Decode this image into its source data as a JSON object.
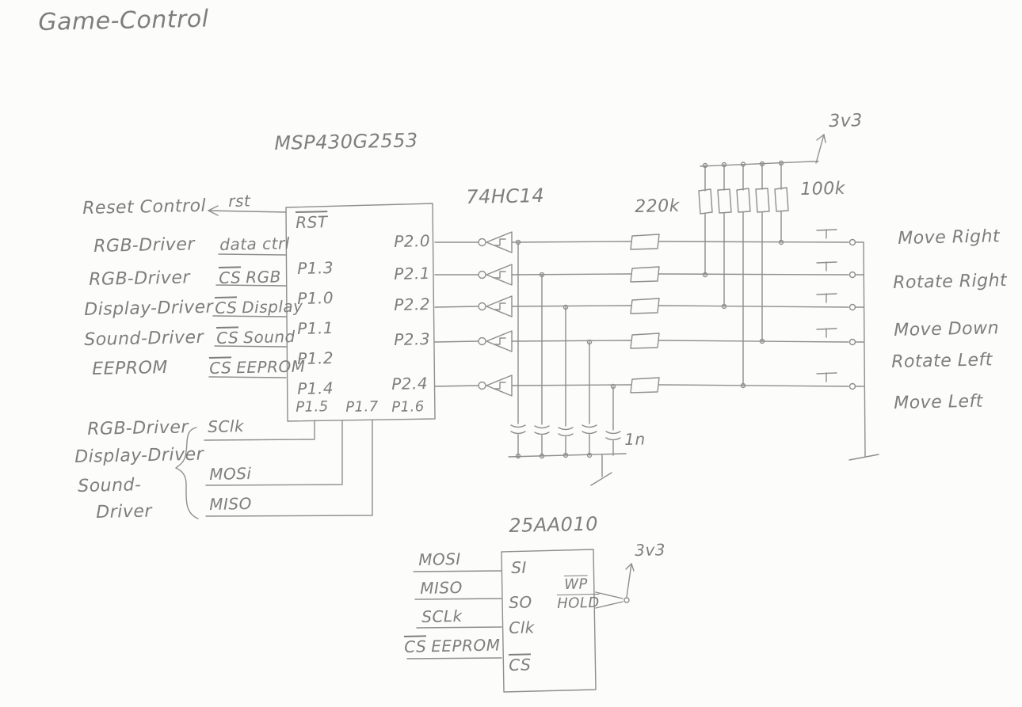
{
  "title": "Game-Control",
  "mcu": {
    "name": "MSP430G2553",
    "pins_left": [
      "RST",
      "P1.3",
      "P1.0",
      "P1.1",
      "P1.2",
      "P1.4"
    ],
    "pins_bottom": [
      "P1.5",
      "P1.7",
      "P1.6"
    ],
    "pins_right": [
      "P2.0",
      "P2.1",
      "P2.2",
      "P2.3",
      "P2.4"
    ]
  },
  "left_connections": [
    {
      "device": "Reset Control",
      "signal": "rst"
    },
    {
      "device": "RGB-Driver",
      "signal": "data ctrl"
    },
    {
      "device": "RGB-Driver",
      "signal_bar": "CS",
      "signal": "RGB"
    },
    {
      "device": "Display-Driver",
      "signal_bar": "CS",
      "signal": "Display"
    },
    {
      "device": "Sound-Driver",
      "signal_bar": "CS",
      "signal": "Sound"
    },
    {
      "device": "EEPROM",
      "signal_bar": "CS",
      "signal": "EEPROM"
    }
  ],
  "spi": {
    "devices": [
      "RGB-Driver",
      "Display-Driver",
      "Sound-",
      "Driver"
    ],
    "signals": [
      "SClk",
      "MOSi",
      "MISO"
    ]
  },
  "inverter": {
    "name": "74HC14"
  },
  "resistors": {
    "series": "220k",
    "pullup": "100k"
  },
  "power": {
    "label": "3v3"
  },
  "capacitor": {
    "label": "1n"
  },
  "buttons": [
    "Move Right",
    "Rotate Right",
    "Move Down",
    "Rotate Left",
    "Move Left"
  ],
  "eeprom": {
    "name": "25AA010",
    "pins_left": [
      "SI",
      "SO",
      "Clk"
    ],
    "pin_cs": "CS",
    "pins_right": [
      "WP",
      "HOLD"
    ],
    "labels_left": [
      "MOSI",
      "MISO",
      "SCLk"
    ],
    "label_cs_bar": "CS",
    "label_cs_rest": "EEPROM",
    "power": "3v3"
  },
  "colors": {
    "ink": "#8e8e8c",
    "paper": "#fcfcfa"
  }
}
